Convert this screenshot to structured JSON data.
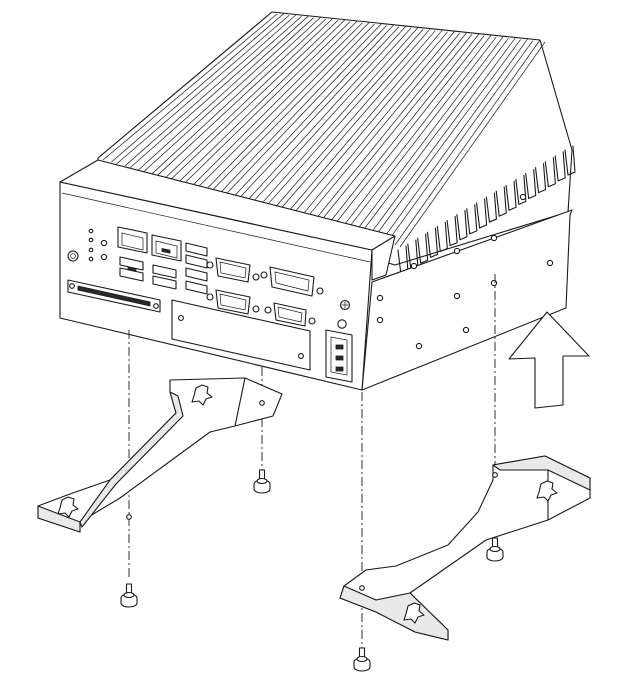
{
  "figure": {
    "kind": "mounting-assembly-illustration",
    "parts": [
      "embedded-pc-chassis",
      "wall-mount-bracket-left",
      "wall-mount-bracket-right",
      "mounting-screw"
    ],
    "screw_count": 4,
    "bracket_count": 2,
    "direction_arrow": "up"
  },
  "colors": {
    "line": "#1a1a1a",
    "background": "#ffffff",
    "panel_fill": "#e9e9e9"
  }
}
